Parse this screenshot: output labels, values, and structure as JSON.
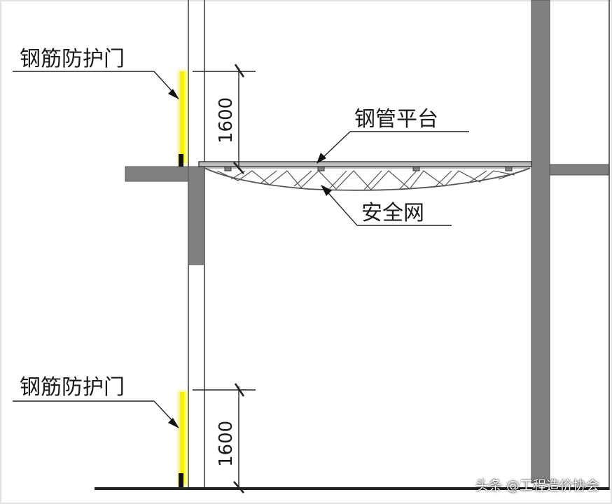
{
  "labels": {
    "door_upper": "钢筋防护门",
    "door_lower": "钢筋防护门",
    "platform": "钢管平台",
    "net": "安全网"
  },
  "dimensions": {
    "upper": "1600",
    "lower": "1600"
  },
  "watermark": "头条 @工程造价协会",
  "colors": {
    "line": "#1a1a1a",
    "wall": "#808080",
    "wall_dark": "#6e6e6e",
    "door_glow": "#f4f000",
    "net": "#555555"
  }
}
